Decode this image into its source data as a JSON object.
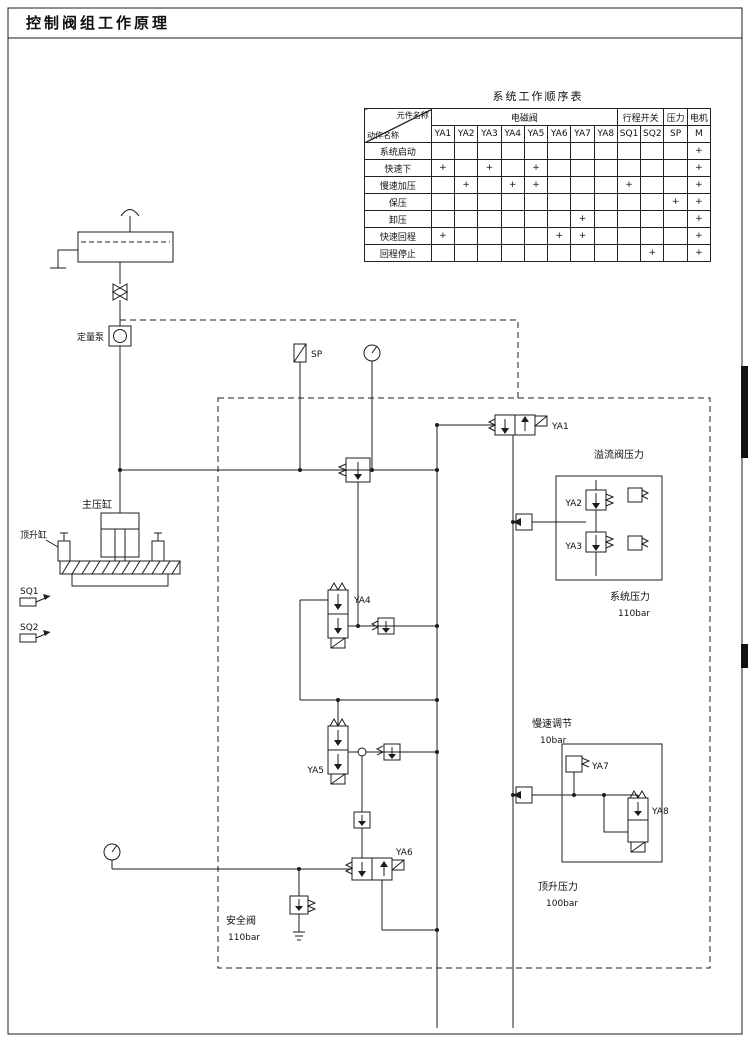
{
  "page": {
    "title": "控制阀组工作原理"
  },
  "table": {
    "title": "系统工作顺序表",
    "corner_top": "元件名称",
    "corner_bottom": "动作名称",
    "groups": [
      {
        "label": "电磁阀",
        "span": 8
      },
      {
        "label": "行程开关",
        "span": 2
      },
      {
        "label": "压力",
        "span": 1
      },
      {
        "label": "电机",
        "span": 1
      }
    ],
    "columns": [
      "YA1",
      "YA2",
      "YA3",
      "YA4",
      "YA5",
      "YA6",
      "YA7",
      "YA8",
      "SQ1",
      "SQ2",
      "SP",
      "M"
    ],
    "rows": [
      {
        "label": "系统启动",
        "marks": [
          "",
          "",
          "",
          "",
          "",
          "",
          "",
          "",
          "",
          "",
          "",
          "+"
        ]
      },
      {
        "label": "快速下",
        "marks": [
          "+",
          "",
          "+",
          "",
          "+",
          "",
          "",
          "",
          "",
          "",
          "",
          "+"
        ]
      },
      {
        "label": "慢速加压",
        "marks": [
          "",
          "+",
          "",
          "+",
          "+",
          "",
          "",
          "",
          "+",
          "",
          "",
          "+"
        ]
      },
      {
        "label": "保压",
        "marks": [
          "",
          "",
          "",
          "",
          "",
          "",
          "",
          "",
          "",
          "",
          "+",
          "+"
        ]
      },
      {
        "label": "卸压",
        "marks": [
          "",
          "",
          "",
          "",
          "",
          "",
          "+",
          "",
          "",
          "",
          "",
          "+"
        ]
      },
      {
        "label": "快速回程",
        "marks": [
          "+",
          "",
          "",
          "",
          "",
          "+",
          "+",
          "",
          "",
          "",
          "",
          "+"
        ]
      },
      {
        "label": "回程停止",
        "marks": [
          "",
          "",
          "",
          "",
          "",
          "",
          "",
          "",
          "",
          "+",
          "",
          "+"
        ]
      }
    ]
  },
  "diagram": {
    "pump_label": "定量泵",
    "main_cylinder_label": "主压缸",
    "jack_cylinder_label": "顶升缸",
    "sq1": "SQ1",
    "sq2": "SQ2",
    "sp": "SP",
    "valves": {
      "ya1": "YA1",
      "ya2": "YA2",
      "ya3": "YA3",
      "ya4": "YA4",
      "ya5": "YA5",
      "ya6": "YA6",
      "ya7": "YA7",
      "ya8": "YA8"
    },
    "relief_pressure_label": "溢流阀压力",
    "system_pressure_label": "系统压力",
    "system_pressure_value": "110bar",
    "slow_speed_label": "慢速调节",
    "slow_speed_value": "10bar",
    "jack_pressure_label": "顶升压力",
    "jack_pressure_value": "100bar",
    "safety_valve_label": "安全阀",
    "safety_valve_value": "110bar"
  }
}
